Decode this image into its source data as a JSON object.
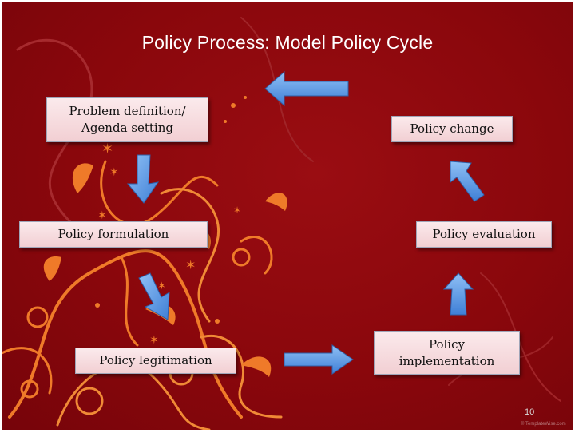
{
  "slide": {
    "title": "Policy Process: Model Policy Cycle",
    "page_number": "10",
    "copyright": "© TemplateWise.com"
  },
  "stages": {
    "problem_line1": "Problem definition/",
    "problem_line2": "Agenda setting",
    "formulation": "Policy formulation",
    "legitimation": "Policy legitimation",
    "implementation_line1": "Policy",
    "implementation_line2": "implementation",
    "evaluation": "Policy evaluation",
    "change": "Policy change"
  },
  "colors": {
    "background": "#8a070c",
    "box_fill": "#f6dde0",
    "arrow_fill": "#4f8fe0",
    "swirl": "#f07a28"
  }
}
